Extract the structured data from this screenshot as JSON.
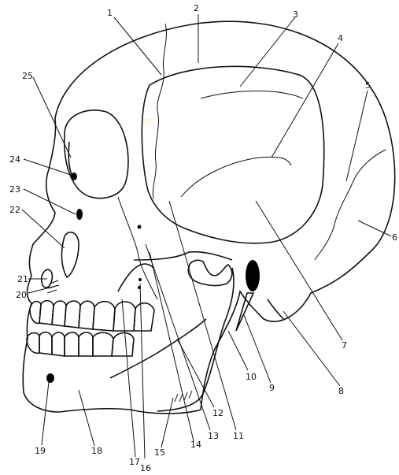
{
  "diagram": {
    "colors": {
      "bone": "#FFB300",
      "temporal_fossa": "#FF9F00",
      "orbit": "#FF7F00",
      "outline": "#000000",
      "background": "#FFFFFF"
    },
    "labels": [
      "1",
      "2",
      "3",
      "4",
      "5",
      "6",
      "7",
      "8",
      "9",
      "10",
      "11",
      "12",
      "13",
      "14",
      "15",
      "16",
      "17",
      "18",
      "19",
      "20",
      "21",
      "22",
      "23",
      "24",
      "25",
      "26"
    ]
  }
}
